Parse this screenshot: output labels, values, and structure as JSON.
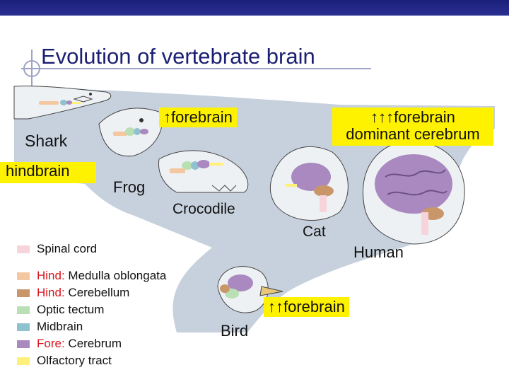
{
  "title": "Evolution of vertebrate brain",
  "callouts": {
    "forebrain_1": "↑forebrain",
    "forebrain_3_line1": "↑↑↑forebrain",
    "forebrain_3_line2": "dominant cerebrum",
    "hindbrain": "hindbrain",
    "forebrain_2": "↑↑forebrain"
  },
  "animals": {
    "shark": "Shark",
    "frog": "Frog",
    "crocodile": "Crocodile",
    "cat": "Cat",
    "human": "Human",
    "bird": "Bird"
  },
  "legend": [
    {
      "prefix": "",
      "text": "Spinal cord",
      "color": "#f7d3dc"
    },
    {
      "prefix": "Hind:",
      "text": " Medulla oblongata",
      "color": "#f3c8a0"
    },
    {
      "prefix": "Hind:",
      "text": " Cerebellum",
      "color": "#c9966a"
    },
    {
      "prefix": "",
      "text": "Optic tectum",
      "color": "#b9dfb4"
    },
    {
      "prefix": "",
      "text": "Midbrain",
      "color": "#8fc2cf"
    },
    {
      "prefix": "Fore:",
      "text": " Cerebrum",
      "color": "#a989bf"
    },
    {
      "prefix": "",
      "text": "Olfactory tract",
      "color": "#fff07a"
    }
  ],
  "colors": {
    "title": "#1a1f72",
    "band": "#c7d1dd",
    "highlight": "#fff200",
    "prefix_red": "#d9141b"
  }
}
